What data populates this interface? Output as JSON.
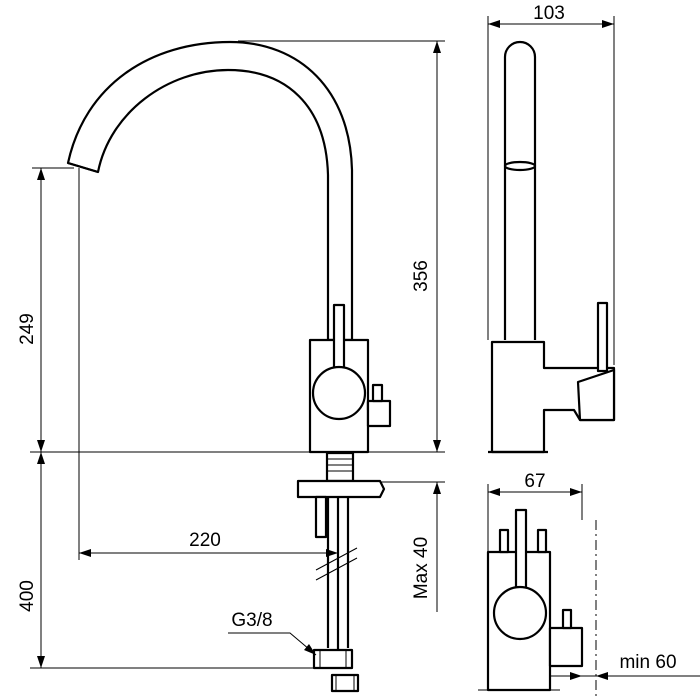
{
  "dimensions": {
    "width_top": "103",
    "height_total": "356",
    "spout_height": "249",
    "reach": "220",
    "below_counter": "400",
    "max_deck_thickness": "Max 40",
    "base_width": "67",
    "min_clearance": "min 60",
    "thread": "G3/8"
  }
}
